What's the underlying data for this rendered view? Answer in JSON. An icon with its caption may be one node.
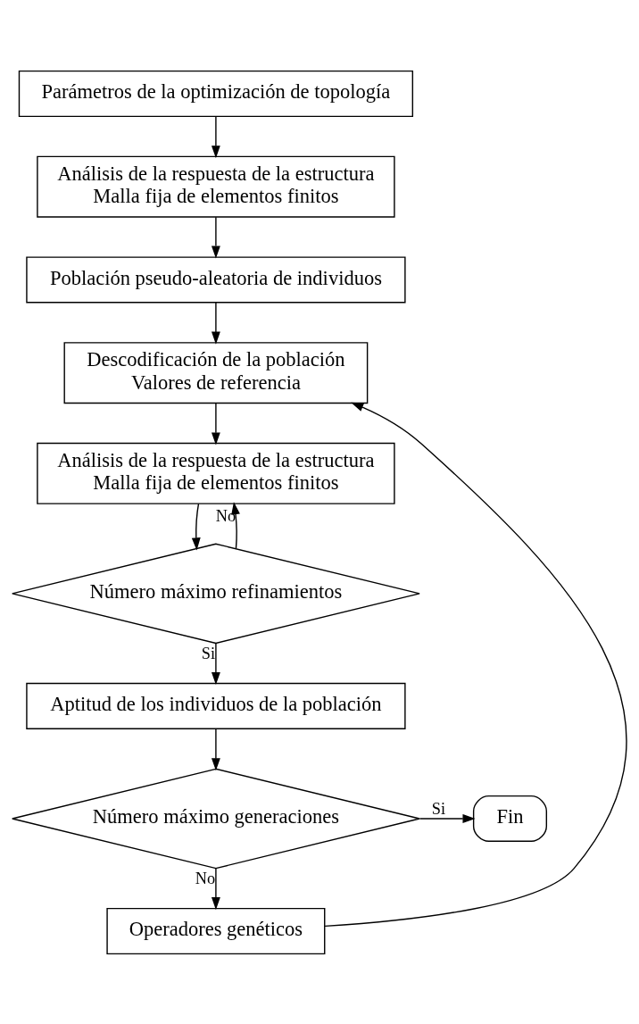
{
  "diagram": {
    "nodes": [
      {
        "text": [
          "Parámetros de la optimización de topología"
        ]
      },
      {
        "text": [
          "Análisis de la respuesta de la estructura",
          "Malla fija de elementos finitos"
        ]
      },
      {
        "text": [
          "Población pseudo-aleatoria de individuos"
        ]
      },
      {
        "text": [
          "Descodificación de la población",
          "Valores de referencia"
        ]
      },
      {
        "text": [
          "Análisis de la respuesta de la estructura",
          "Malla fija de elementos finitos"
        ]
      },
      {
        "text": [
          "Número máximo refinamientos"
        ]
      },
      {
        "text": [
          "Aptitud de los individuos de la población"
        ]
      },
      {
        "text": [
          "Número máximo generaciones"
        ]
      },
      {
        "text": [
          "Fin"
        ]
      },
      {
        "text": [
          "Operadores genéticos"
        ]
      }
    ],
    "edges": [
      {
        "from": 0,
        "to": 1,
        "arrow": "to"
      },
      {
        "from": 1,
        "to": 2,
        "arrow": "to"
      },
      {
        "from": 2,
        "to": 3,
        "arrow": "to"
      },
      {
        "from": 3,
        "to": 4,
        "arrow": "to"
      },
      {
        "from": 4,
        "to": 5,
        "arrow": "to"
      },
      {
        "from": 5,
        "to": 4,
        "arrow": "to",
        "label": "No"
      },
      {
        "from": 5,
        "to": 6,
        "arrow": "to",
        "label": "Si"
      },
      {
        "from": 6,
        "to": 7,
        "arrow": "to"
      },
      {
        "from": 7,
        "to": 8,
        "arrow": "to",
        "label": "Si"
      },
      {
        "from": 7,
        "to": 9,
        "arrow": "to",
        "label": "No"
      },
      {
        "from": 9,
        "to": 3,
        "arrow": "to"
      }
    ]
  }
}
